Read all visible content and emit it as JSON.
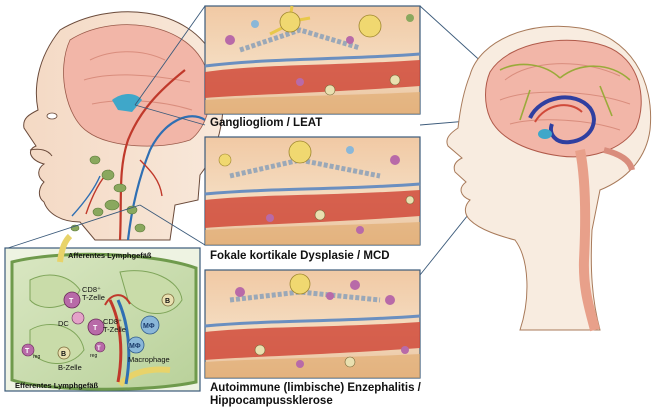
{
  "panels": [
    {
      "caption": "Gangliogliom / LEAT"
    },
    {
      "caption": "Fokale kortikale Dysplasie / MCD"
    },
    {
      "caption_line1": "Autoimmune (limbische) Enzephalitis /",
      "caption_line2": "Hippocampussklerose"
    }
  ],
  "lymph_node": {
    "afferent": "Afferentes Lymphgefäß",
    "efferent": "Efferentes Lymphgefäß",
    "cd8_a_line1": "CD8⁺",
    "cd8_a_line2": "T-Zelle",
    "cd8_b_line1": "CD8⁺",
    "cd8_b_line2": "T-Zelle",
    "dc": "DC",
    "macrophage": "Macrophage",
    "mphi_a": "MΦ",
    "mphi_b": "MΦ",
    "b_cell": "B-Zelle",
    "treg_a": "T",
    "treg_b": "T",
    "treg_sub": "reg",
    "t_letter": "T",
    "b_letter": "B"
  },
  "colors": {
    "brain_pink": "#f2b6a8",
    "skin": "#f6e2d0",
    "vessel_red": "#c0392b",
    "vessel_blue": "#2f6fb3",
    "node_green": "#6f9a4c",
    "panel_border": "#3b5a7a"
  }
}
